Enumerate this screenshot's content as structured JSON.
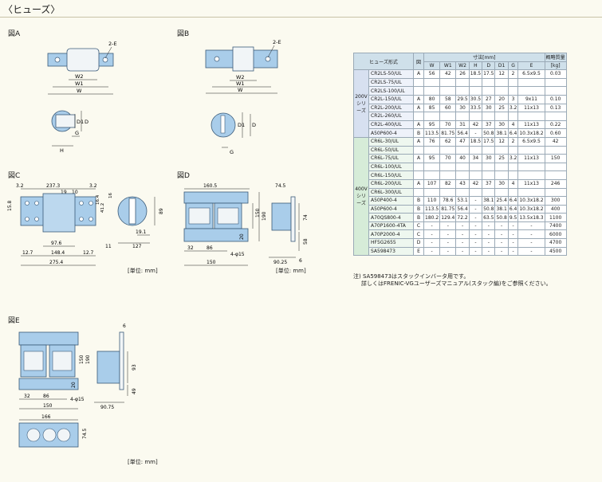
{
  "page_title": "〈ヒューズ〉",
  "figures": {
    "a": {
      "label": "図A",
      "dims": {
        "two_e": "2-E",
        "w2": "W2",
        "w1": "W1",
        "w": "W",
        "d1": "D1",
        "d": "D",
        "g": "G",
        "h": "H"
      }
    },
    "b": {
      "label": "図B",
      "dims": {
        "two_e": "2-E",
        "w2": "W2",
        "w1": "W1",
        "w": "W",
        "d1": "D1",
        "d": "D",
        "g": "G"
      }
    },
    "c": {
      "label": "図C",
      "dims": {
        "d1": "3.2",
        "d2": "237.3",
        "d3": "19",
        "d4": "10",
        "d5": "3.2",
        "d6": "15.8",
        "d7": "16.4",
        "d8": "41.2",
        "d9": "16",
        "d10": "97.6",
        "d11": "12.7",
        "d12": "148.4",
        "d13": "12.7",
        "d14": "275.4",
        "d15": "89",
        "d16": "19.1",
        "d17": "11",
        "d18": "127"
      },
      "unit": "[単位: mm]"
    },
    "d": {
      "label": "図D",
      "dims": {
        "d1": "160.5",
        "d2": "150",
        "d3": "190",
        "d4": "20",
        "d5": "32",
        "d6": "86",
        "d7": "150",
        "d8": "4-φ15",
        "d9": "74.5",
        "d10": "74",
        "d11": "58",
        "d12": "6",
        "d13": "90.25"
      },
      "unit": "[単位: mm]"
    },
    "e": {
      "label": "図E",
      "dims": {
        "d1": "150",
        "d2": "190",
        "d3": "20",
        "d4": "32",
        "d5": "86",
        "d6": "4-φ15",
        "d7": "150",
        "d8": "166",
        "d9": "74.5",
        "d10": "6",
        "d11": "93",
        "d12": "49",
        "d13": "90.75"
      },
      "unit": "[単位: mm]"
    }
  },
  "table": {
    "h_model": "ヒューズ形式",
    "h_fig": "図",
    "h_dims": "寸法[mm]",
    "h_weight": "概略質量",
    "h_kg": "[kg]",
    "cols": [
      "W",
      "W1",
      "W2",
      "H",
      "D",
      "D1",
      "G",
      "E"
    ],
    "group200": "200V シリーズ",
    "group400": "400V シリーズ",
    "rows": [
      [
        "CR2LS-50/UL",
        "A",
        "56",
        "42",
        "26",
        "18.5",
        "17.5",
        "12",
        "2",
        "6.5x9.5",
        "0.03"
      ],
      [
        "CR2LS-75/UL",
        "",
        "",
        "",
        "",
        "",
        "",
        "",
        "",
        "",
        ""
      ],
      [
        "CR2LS-100/UL",
        "",
        "",
        "",
        "",
        "",
        "",
        "",
        "",
        "",
        ""
      ],
      [
        "CR2L-150/UL",
        "A",
        "80",
        "58",
        "29.5",
        "30.5",
        "27",
        "20",
        "3",
        "9x11",
        "0.10"
      ],
      [
        "CR2L-200/UL",
        "A",
        "85",
        "60",
        "30",
        "33.5",
        "30",
        "25",
        "3.2",
        "11x13",
        "0.13"
      ],
      [
        "CR2L-260/UL",
        "",
        "",
        "",
        "",
        "",
        "",
        "",
        "",
        "",
        ""
      ],
      [
        "CR2L-400/UL",
        "A",
        "95",
        "70",
        "31",
        "42",
        "37",
        "30",
        "4",
        "11x13",
        "0.22"
      ],
      [
        "A50P600-4",
        "B",
        "113.5",
        "81.75",
        "56.4",
        "-",
        "50.8",
        "38.1",
        "6.4",
        "10.3x18.2",
        "0.60"
      ],
      [
        "CR6L-30/UL",
        "A",
        "76",
        "62",
        "47",
        "18.5",
        "17.5",
        "12",
        "2",
        "6.5x9.5",
        "42"
      ],
      [
        "CR6L-50/UL",
        "",
        "",
        "",
        "",
        "",
        "",
        "",
        "",
        "",
        ""
      ],
      [
        "CR6L-75/UL",
        "A",
        "95",
        "70",
        "40",
        "34",
        "30",
        "25",
        "3.2",
        "11x13",
        "150"
      ],
      [
        "CR6L-100/UL",
        "",
        "",
        "",
        "",
        "",
        "",
        "",
        "",
        "",
        ""
      ],
      [
        "CR6L-150/UL",
        "",
        "",
        "",
        "",
        "",
        "",
        "",
        "",
        "",
        ""
      ],
      [
        "CR6L-200/UL",
        "A",
        "107",
        "82",
        "43",
        "42",
        "37",
        "30",
        "4",
        "11x13",
        "246"
      ],
      [
        "CR6L-300/UL",
        "",
        "",
        "",
        "",
        "",
        "",
        "",
        "",
        "",
        ""
      ],
      [
        "A50P400-4",
        "B",
        "110",
        "78.6",
        "53.1",
        "-",
        "38.1",
        "25.4",
        "6.4",
        "10.3x18.2",
        "300"
      ],
      [
        "A50P600-4",
        "B",
        "113.5",
        "81.75",
        "56.4",
        "-",
        "50.8",
        "38.1",
        "6.4",
        "10.3x18.2",
        "400"
      ],
      [
        "A70QS800-4",
        "B",
        "180.2",
        "129.4",
        "72.2",
        "-",
        "63.5",
        "50.8",
        "9.5",
        "13.5x18.3",
        "1100"
      ],
      [
        "A70P1600-4TA",
        "C",
        "-",
        "-",
        "-",
        "-",
        "-",
        "-",
        "-",
        "-",
        "7400"
      ],
      [
        "A70P2000-4",
        "C",
        "-",
        "-",
        "-",
        "-",
        "-",
        "-",
        "-",
        "-",
        "6000"
      ],
      [
        "HF5G2655",
        "D",
        "-",
        "-",
        "-",
        "-",
        "-",
        "-",
        "-",
        "-",
        "4700"
      ],
      [
        "SA598473",
        "E",
        "-",
        "-",
        "-",
        "-",
        "-",
        "-",
        "-",
        "-",
        "4500"
      ]
    ]
  },
  "notes": {
    "line1": "注) SA598473はスタックインバータ用です。",
    "line2": "詳しくはFRENIC-VGユーザーズマニュアル(スタック編)をご参照ください。"
  },
  "colors": {
    "part_fill": "#a9cdea",
    "part_stroke": "#3a5a78",
    "line": "#222222",
    "bg": "#fbfaf0"
  }
}
